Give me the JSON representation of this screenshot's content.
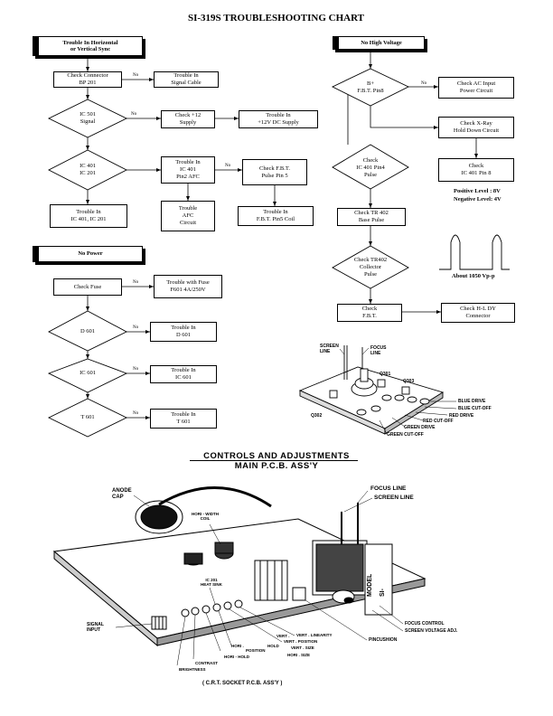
{
  "title": "SI-319S TROUBLESHOOTING CHART",
  "flows": {
    "sync": {
      "header": "Trouble In Horizontal\nor Vertical Sync",
      "check_connector": "Check Connector\nBP 201",
      "trouble_signal_cable": "Trouble In\nSignal Cable",
      "ic501_signal": "IC 501\nSignal",
      "check_12_supply": "Check +12\nSupply",
      "trouble_12v": "Trouble In\n+12V DC Supply",
      "ic401_ic201": "IC 401\nIC 201",
      "trouble_ic401_pin2": "Trouble In\nIC 401\nPin2 AFC",
      "check_fbt_pin5": "Check F.B.T.\nPulse Pin 5",
      "trouble_ic401_ic201": "Trouble In\nIC 401, IC 201",
      "trouble_afc": "Trouble\nAFC\nCircuit",
      "trouble_fbt_pin5": "Trouble In\nF.B.T. Pin5 Coil"
    },
    "power": {
      "header": "No Power",
      "check_fuse": "Check Fuse",
      "trouble_fuse": "Trouble with Fuse\nF601 4A/250V",
      "d601": "D 601",
      "trouble_d601": "Trouble In\nD 601",
      "ic601": "IC 601",
      "trouble_ic601": "Trouble In\nIC 601",
      "t601": "T 601",
      "trouble_t601": "Trouble In\nT 601"
    },
    "hv": {
      "header": "No High Voltage",
      "bplus": "B+\nF.B.T. Pin8",
      "check_ac": "Check AC Input\nPower Circuit",
      "check_xray": "Check X-Ray\nHold Down Circuit",
      "check_ic401_pin4": "Check\nIC 401 Pin4\nPulse",
      "check_ic401_pin8": "Check\nIC 401 Pin 8",
      "positive_level": "Positive Level : 8V",
      "negative_level": "Negative Level: 4V",
      "check_tr402": "Check TR 402\nBase Pulse",
      "check_tr402_collector": "Check TR402\nCollector\nPulse",
      "about_vpp": "About 1050 Vp-p",
      "check_fbt": "Check\nF.B.T.",
      "check_hl_dy": "Check H-L DY\nConnector"
    },
    "no_label": "No"
  },
  "crt_board": {
    "screen_line": "SCREEN\nLINE",
    "focus_line": "FOCUS\nLINE",
    "q301": "Q301",
    "q303": "Q303",
    "q302": "Q302",
    "blue_drive": "BLUE DRIVE",
    "blue_cutoff": "BLUE CUT-OFF",
    "red_drive": "RED DRIVE",
    "red_cutoff": "RED CUT-OFF",
    "green_drive": "GREEN DRIVE",
    "green_cutoff": "GREEN CUT-OFF"
  },
  "controls": {
    "heading": "CONTROLS AND ADJUSTMENTS",
    "subheading": "MAIN P.C.B. ASS'Y",
    "anode_cap": "ANODE\nCAP",
    "focus_line": "FOCUS LINE",
    "screen_line": "SCREEN LINE",
    "hori_width_coil": "HORI - WIDTH\nCOIL",
    "ic201_heat_sink": "IC 201\nHEAT SINK",
    "model": "MODEL",
    "si": "SI-",
    "signal_input": "SIGNAL\nINPUT",
    "focus_control": "FOCUS CONTROL",
    "screen_voltage_adj": "SCREEN VOLTAGE ADJ.",
    "pincushion": "PINCUSHION",
    "vert_linearity": "VERT . LINEARITY",
    "vert_position": "VERT . POSITION",
    "vert": "VERT .",
    "hold": "HOLD",
    "vert_size": "VERT . SIZE",
    "hori": "HORI .",
    "hori_position": "POSITION",
    "hori_size": "HORI . SIZE",
    "hori_hold": "HORI - HOLD",
    "contrast": "CONTRAST",
    "brightness": "BRIGHTNESS",
    "crt_socket": "( C.R.T. SOCKET P.C.B. ASS'Y )"
  }
}
